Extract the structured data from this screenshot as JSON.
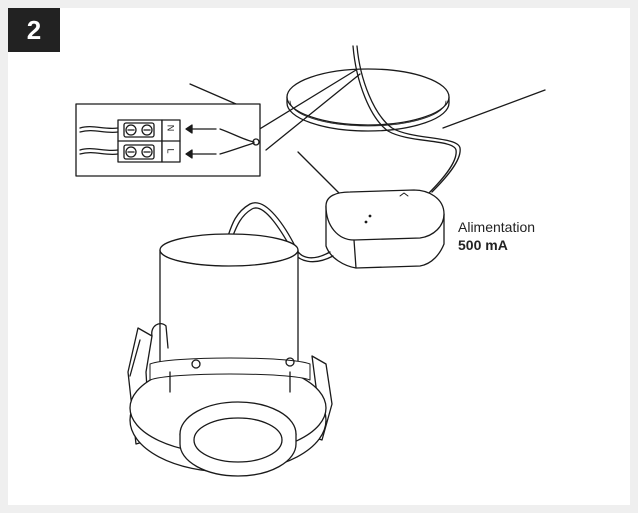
{
  "step": {
    "number": "2"
  },
  "caption": {
    "supply_label": "Alimentation",
    "current_rating": "500 mA"
  },
  "terminal": {
    "neutral_label": "N",
    "live_label": "L"
  },
  "colors": {
    "background": "#efefef",
    "panel": "#ffffff",
    "badge": "#222222",
    "line": "#1a1a1a"
  }
}
